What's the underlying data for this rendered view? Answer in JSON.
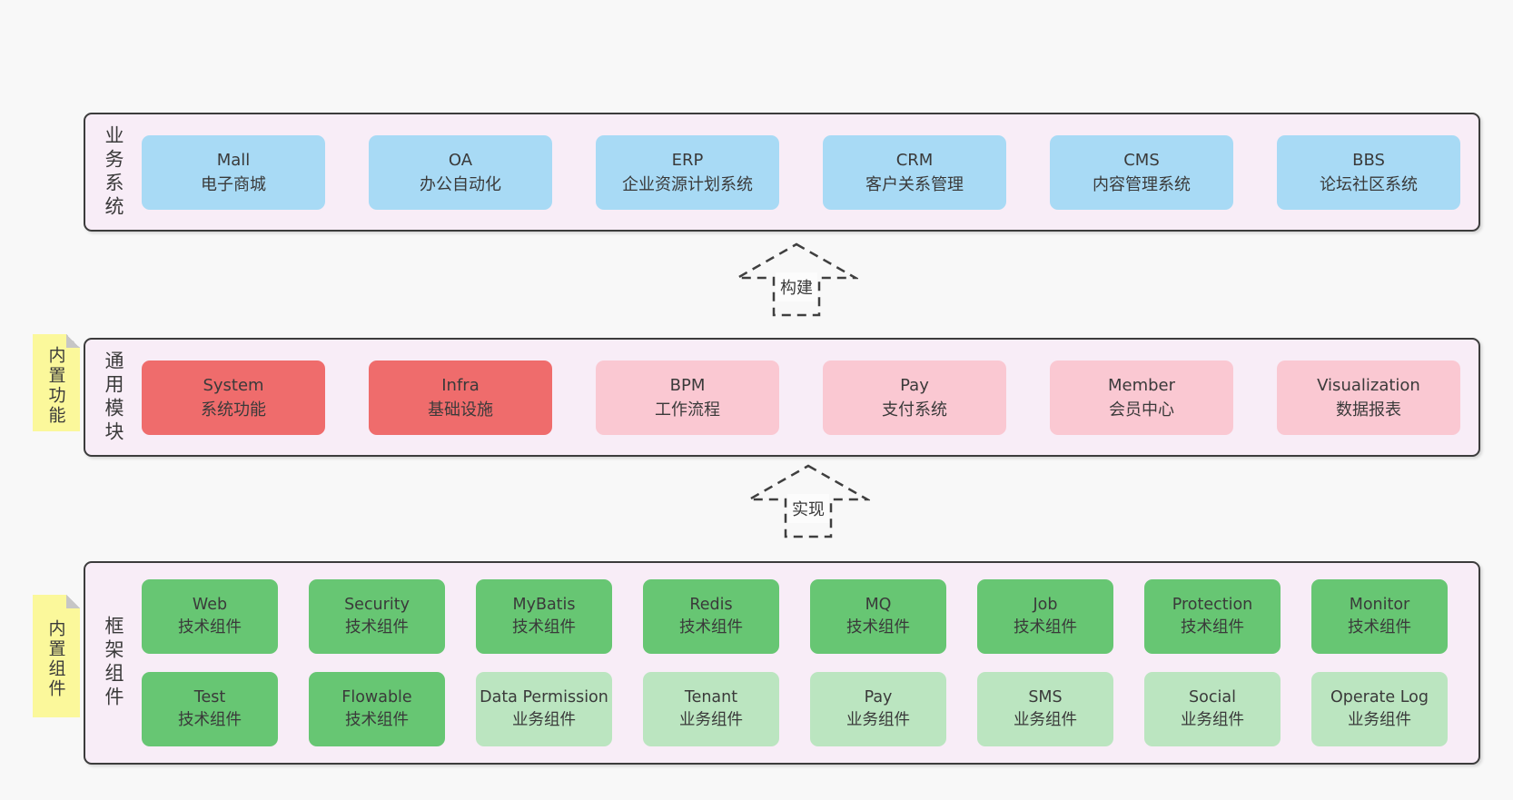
{
  "diagram": {
    "colors": {
      "page_bg": "#f8f8f8",
      "layer_bg": "#f8edf7",
      "blue": "#a8daf5",
      "red": "#ef6c6c",
      "pink": "#fac8d2",
      "green_dark": "#67c673",
      "green_light": "#bbe5c0",
      "note_yellow": "#fbf89b",
      "border": "#3c3c3c"
    },
    "arrows": [
      {
        "label": "构建"
      },
      {
        "label": "实现"
      }
    ],
    "layers": {
      "business": {
        "label": "业务系统",
        "boxes": [
          {
            "title": "Mall",
            "subtitle": "电子商城"
          },
          {
            "title": "OA",
            "subtitle": "办公自动化"
          },
          {
            "title": "ERP",
            "subtitle": "企业资源计划系统"
          },
          {
            "title": "CRM",
            "subtitle": "客户关系管理"
          },
          {
            "title": "CMS",
            "subtitle": "内容管理系统"
          },
          {
            "title": "BBS",
            "subtitle": "论坛社区系统"
          }
        ]
      },
      "modules": {
        "label": "通用模块",
        "note": "内置功能",
        "boxes": [
          {
            "title": "System",
            "subtitle": "系统功能"
          },
          {
            "title": "Infra",
            "subtitle": "基础设施"
          },
          {
            "title": "BPM",
            "subtitle": "工作流程"
          },
          {
            "title": "Pay",
            "subtitle": "支付系统"
          },
          {
            "title": "Member",
            "subtitle": "会员中心"
          },
          {
            "title": "Visualization",
            "subtitle": "数据报表"
          }
        ]
      },
      "components": {
        "label": "框架组件",
        "note": "内置组件",
        "row1": [
          {
            "title": "Web",
            "subtitle": "技术组件"
          },
          {
            "title": "Security",
            "subtitle": "技术组件"
          },
          {
            "title": "MyBatis",
            "subtitle": "技术组件"
          },
          {
            "title": "Redis",
            "subtitle": "技术组件"
          },
          {
            "title": "MQ",
            "subtitle": "技术组件"
          },
          {
            "title": "Job",
            "subtitle": "技术组件"
          },
          {
            "title": "Protection",
            "subtitle": "技术组件"
          },
          {
            "title": "Monitor",
            "subtitle": "技术组件"
          }
        ],
        "row2": [
          {
            "title": "Test",
            "subtitle": "技术组件"
          },
          {
            "title": "Flowable",
            "subtitle": "技术组件"
          },
          {
            "title": "Data Permission",
            "subtitle": "业务组件"
          },
          {
            "title": "Tenant",
            "subtitle": "业务组件"
          },
          {
            "title": "Pay",
            "subtitle": "业务组件"
          },
          {
            "title": "SMS",
            "subtitle": "业务组件"
          },
          {
            "title": "Social",
            "subtitle": "业务组件"
          },
          {
            "title": "Operate Log",
            "subtitle": "业务组件"
          }
        ]
      }
    }
  }
}
